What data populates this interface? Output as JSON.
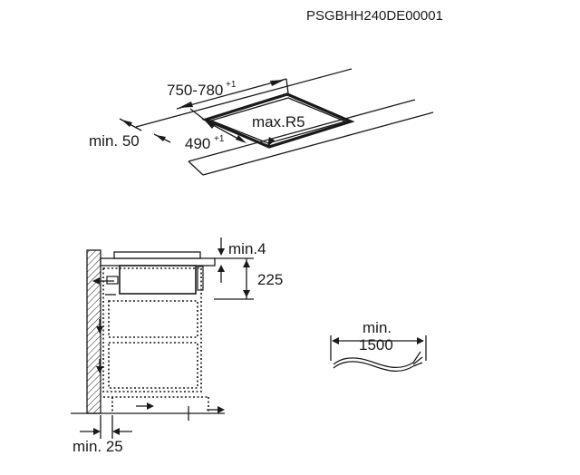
{
  "document_code": "PSGBHH240DE00001",
  "cutout": {
    "width_label": "750-780",
    "width_tolerance": "+1",
    "depth_label": "490",
    "depth_tolerance": "+1",
    "radius_label": "max.R5",
    "edge_distance_label": "min. 50"
  },
  "side_view": {
    "top_gap_label": "min.4",
    "height_label": "225",
    "wall_gap_label": "min. 25"
  },
  "cable": {
    "min_label": "min.",
    "length_label": "1500"
  }
}
